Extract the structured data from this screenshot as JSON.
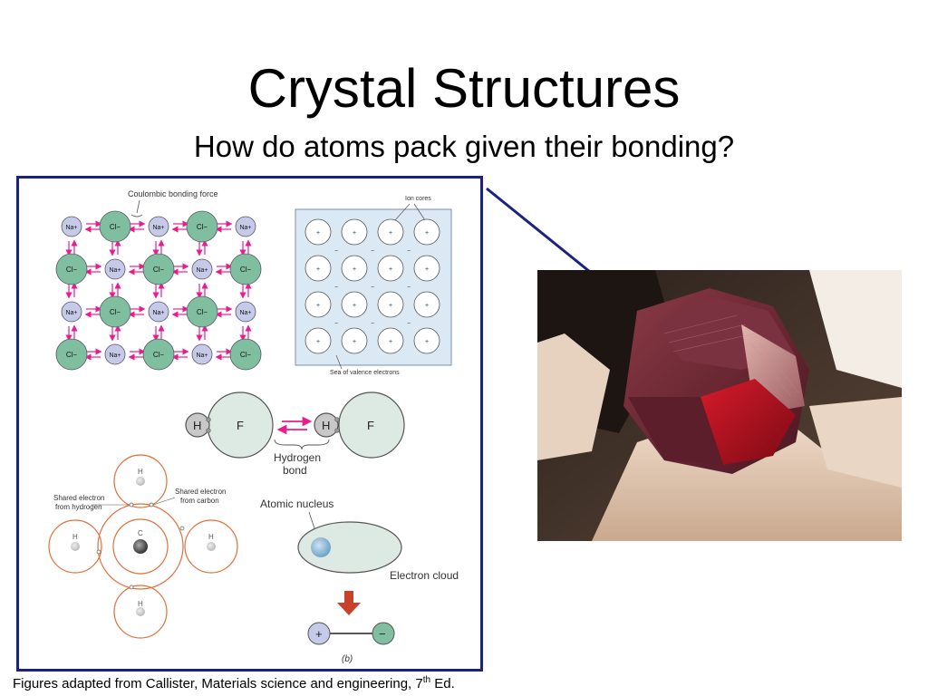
{
  "slide": {
    "title": "Crystal Structures",
    "subtitle": "How do atoms pack given their bonding?",
    "caption_prefix": "Figures adapted from Callister, Materials science and engineering, 7",
    "caption_sup": "th",
    "caption_suffix": " Ed."
  },
  "ionic": {
    "label": "Coulombic bonding force",
    "grid": [
      [
        "Na+",
        "Cl−",
        "Na+",
        "Cl−",
        "Na+"
      ],
      [
        "Cl−",
        "Na+",
        "Cl−",
        "Na+",
        "Cl−"
      ],
      [
        "Na+",
        "Cl−",
        "Na+",
        "Cl−",
        "Na+"
      ],
      [
        "Cl−",
        "Na+",
        "Cl−",
        "Na+",
        "Cl−"
      ]
    ]
  },
  "metallic": {
    "ion_cores_label": "Ion cores",
    "sea_label": "Sea of valence electrons",
    "plus": "+",
    "minus": "−"
  },
  "hydrogen": {
    "h": "H",
    "f": "F",
    "bond_label_1": "Hydrogen",
    "bond_label_2": "bond"
  },
  "covalent": {
    "shared_h_1": "Shared electron",
    "shared_h_2": "from hydrogen",
    "shared_c_1": "Shared electron",
    "shared_c_2": "from carbon",
    "h": "H",
    "c": "C"
  },
  "vdw": {
    "nucleus_label": "Atomic nucleus",
    "cloud_label": "Electron cloud",
    "plus": "+",
    "minus": "−",
    "panel_label": "(b)"
  },
  "colors": {
    "na": "#c5cae9",
    "cl": "#7fbf9f",
    "arrow": "#e91e8c",
    "box_border": "#1a237e",
    "metal_bg": "#dbe9f4",
    "orange": "#e0703a",
    "red_arrow": "#c8412a"
  }
}
